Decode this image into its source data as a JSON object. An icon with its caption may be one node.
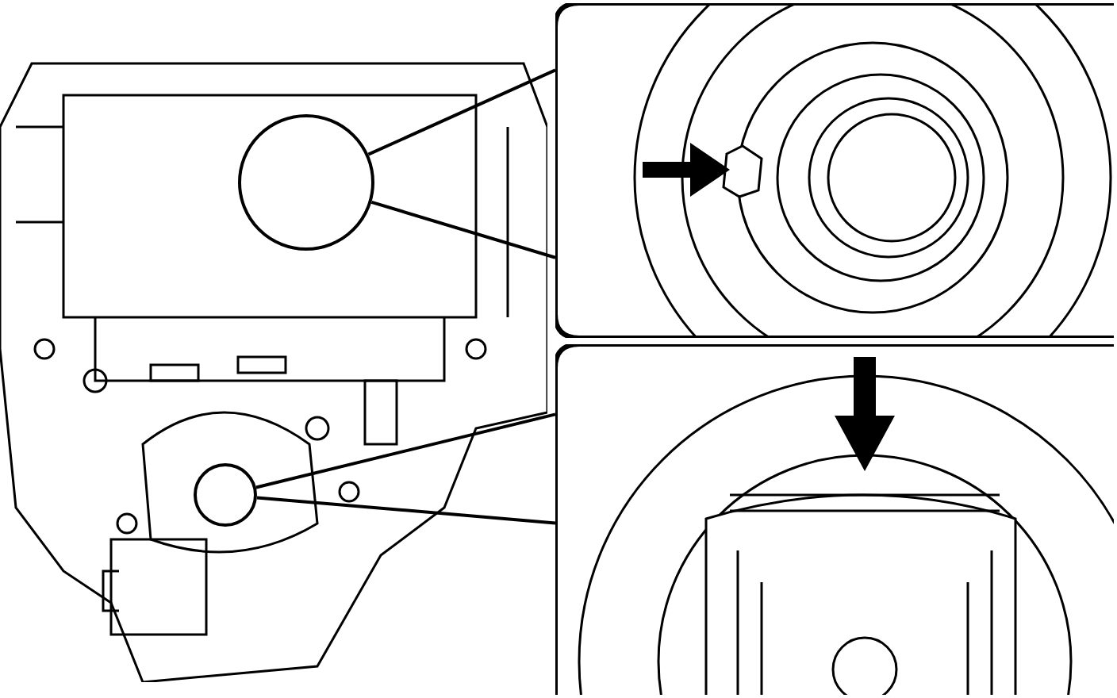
{
  "diagram": {
    "nodes": [
      {
        "text": [],
        "shape": "picture"
      },
      {
        "text": [],
        "shape": "circle",
        "in": 0
      },
      {
        "text": [],
        "shape": "circle",
        "in": 0
      },
      {
        "text": [],
        "shape": "picture"
      },
      {
        "text": [],
        "shape": "picture"
      }
    ],
    "edges": [
      {
        "from": 1,
        "to": 3,
        "arrow": "none"
      },
      {
        "from": 1,
        "to": 3,
        "arrow": "none"
      },
      {
        "from": 2,
        "to": 4,
        "arrow": "none"
      },
      {
        "from": 2,
        "to": 4,
        "arrow": "none"
      }
    ]
  }
}
